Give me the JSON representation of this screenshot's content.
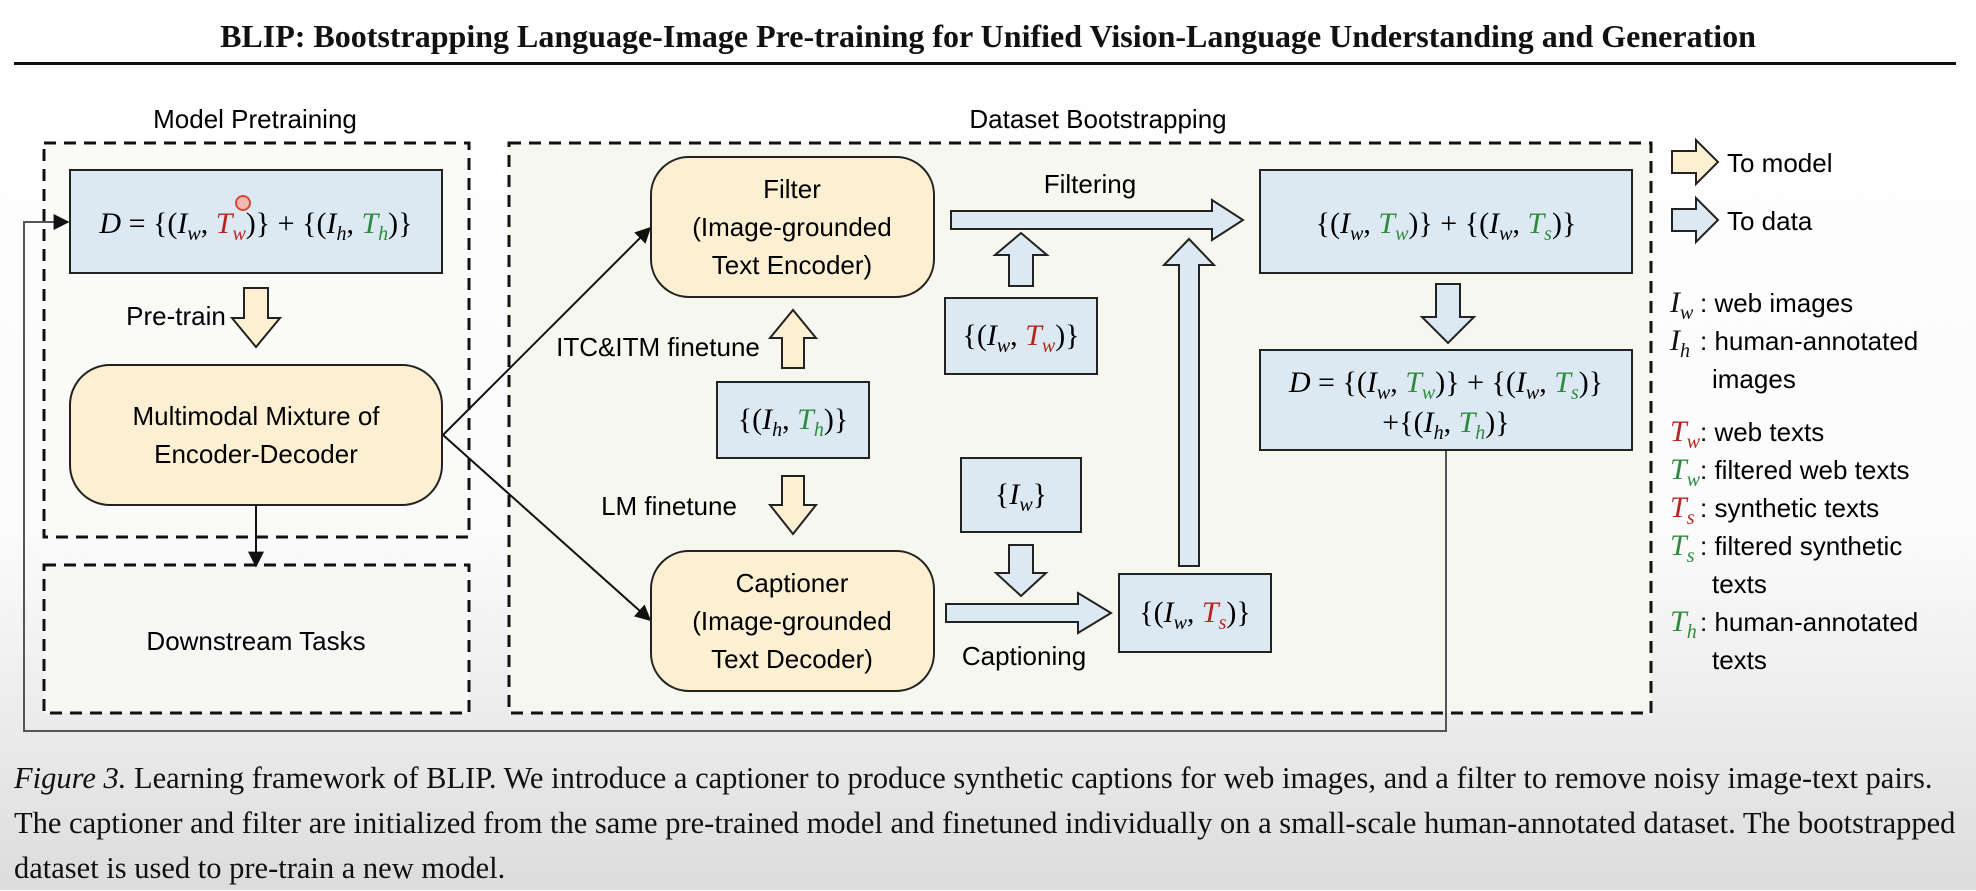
{
  "title": "BLIP: Bootstrapping Language-Image Pre-training for Unified Vision-Language Understanding and Generation",
  "sections": {
    "model_pretraining": "Model Pretraining",
    "dataset_bootstrapping": "Dataset Bootstrapping"
  },
  "labels": {
    "pretrain": "Pre-train",
    "itc_itm": "ITC&ITM finetune",
    "lm": "LM finetune",
    "filtering": "Filtering",
    "captioning": "Captioning"
  },
  "boxes": {
    "mmoed_line1": "Multimodal Mixture of",
    "mmoed_line2": "Encoder-Decoder",
    "downstream": "Downstream Tasks",
    "filter_line1": "Filter",
    "filter_line2": "(Image-grounded",
    "filter_line3": "Text Encoder)",
    "captioner_line1": "Captioner",
    "captioner_line2": "(Image-grounded",
    "captioner_line3": "Text Decoder)"
  },
  "legend": {
    "to_model": "To model",
    "to_data": "To data",
    "items": [
      {
        "symbol": "I",
        "sub": "w",
        "color": "#111111",
        "lines": [
          ": web images"
        ]
      },
      {
        "symbol": "I",
        "sub": "h",
        "color": "#111111",
        "lines": [
          ": human-annotated",
          "images"
        ]
      },
      {
        "symbol": "T",
        "sub": "w",
        "color": "#b3261e",
        "lines": [
          ": web texts"
        ]
      },
      {
        "symbol": "T",
        "sub": "w",
        "color": "#2e8b3e",
        "lines": [
          ": filtered web texts"
        ]
      },
      {
        "symbol": "T",
        "sub": "s",
        "color": "#b3261e",
        "lines": [
          ": synthetic texts"
        ]
      },
      {
        "symbol": "T",
        "sub": "s",
        "color": "#2e8b3e",
        "lines": [
          ": filtered synthetic",
          "texts"
        ]
      },
      {
        "symbol": "T",
        "sub": "h",
        "color": "#2e8b3e",
        "lines": [
          ": human-annotated",
          "texts"
        ]
      }
    ]
  },
  "colors": {
    "yellow_box": "#fdf0d2",
    "blue_box": "#dde9f2",
    "panel_bg": "#f6f7ef",
    "text_red": "#b3261e",
    "text_green": "#2e8b3e"
  },
  "caption": {
    "figure_label": "Figure 3.",
    "text": " Learning framework of BLIP. We introduce a captioner to produce synthetic captions for web images, and a filter to remove noisy image-text pairs. The captioner and filter are initialized from the same pre-trained model and finetuned individually on a small-scale human-annotated dataset. The bootstrapped dataset is used to pre-train a new model."
  }
}
